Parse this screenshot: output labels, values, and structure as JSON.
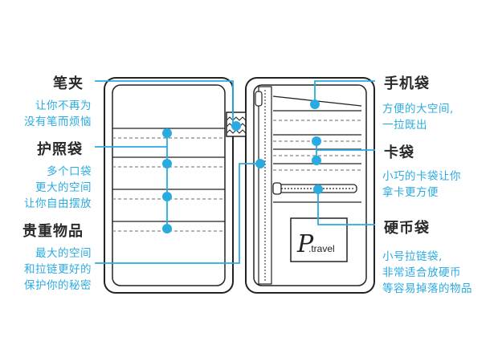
{
  "colors": {
    "accent": "#29abe2",
    "outline": "#222222",
    "text": "#2a2a2a"
  },
  "left_labels": [
    {
      "title": "笔夹",
      "desc": [
        "让你不再为",
        "没有笔而烦恼"
      ]
    },
    {
      "title": "护照袋",
      "desc": [
        "多个口袋",
        "更大的空间",
        "让你自由摆放"
      ]
    },
    {
      "title": "贵重物品",
      "desc": [
        "最大的空间",
        "和拉链更好的",
        "保护你的秘密"
      ]
    }
  ],
  "right_labels": [
    {
      "title": "手机袋",
      "desc": [
        "方便的大空间,",
        "一拉既出"
      ]
    },
    {
      "title": "卡袋",
      "desc": [
        "小巧的卡袋让你",
        "拿卡更方便"
      ]
    },
    {
      "title": "硬币袋",
      "desc": [
        "小号拉链袋,",
        "非常适合放硬币",
        "等容易掉落的物品"
      ]
    }
  ],
  "brand": {
    "logo_letter": "P",
    "logo_text": ".travel"
  }
}
